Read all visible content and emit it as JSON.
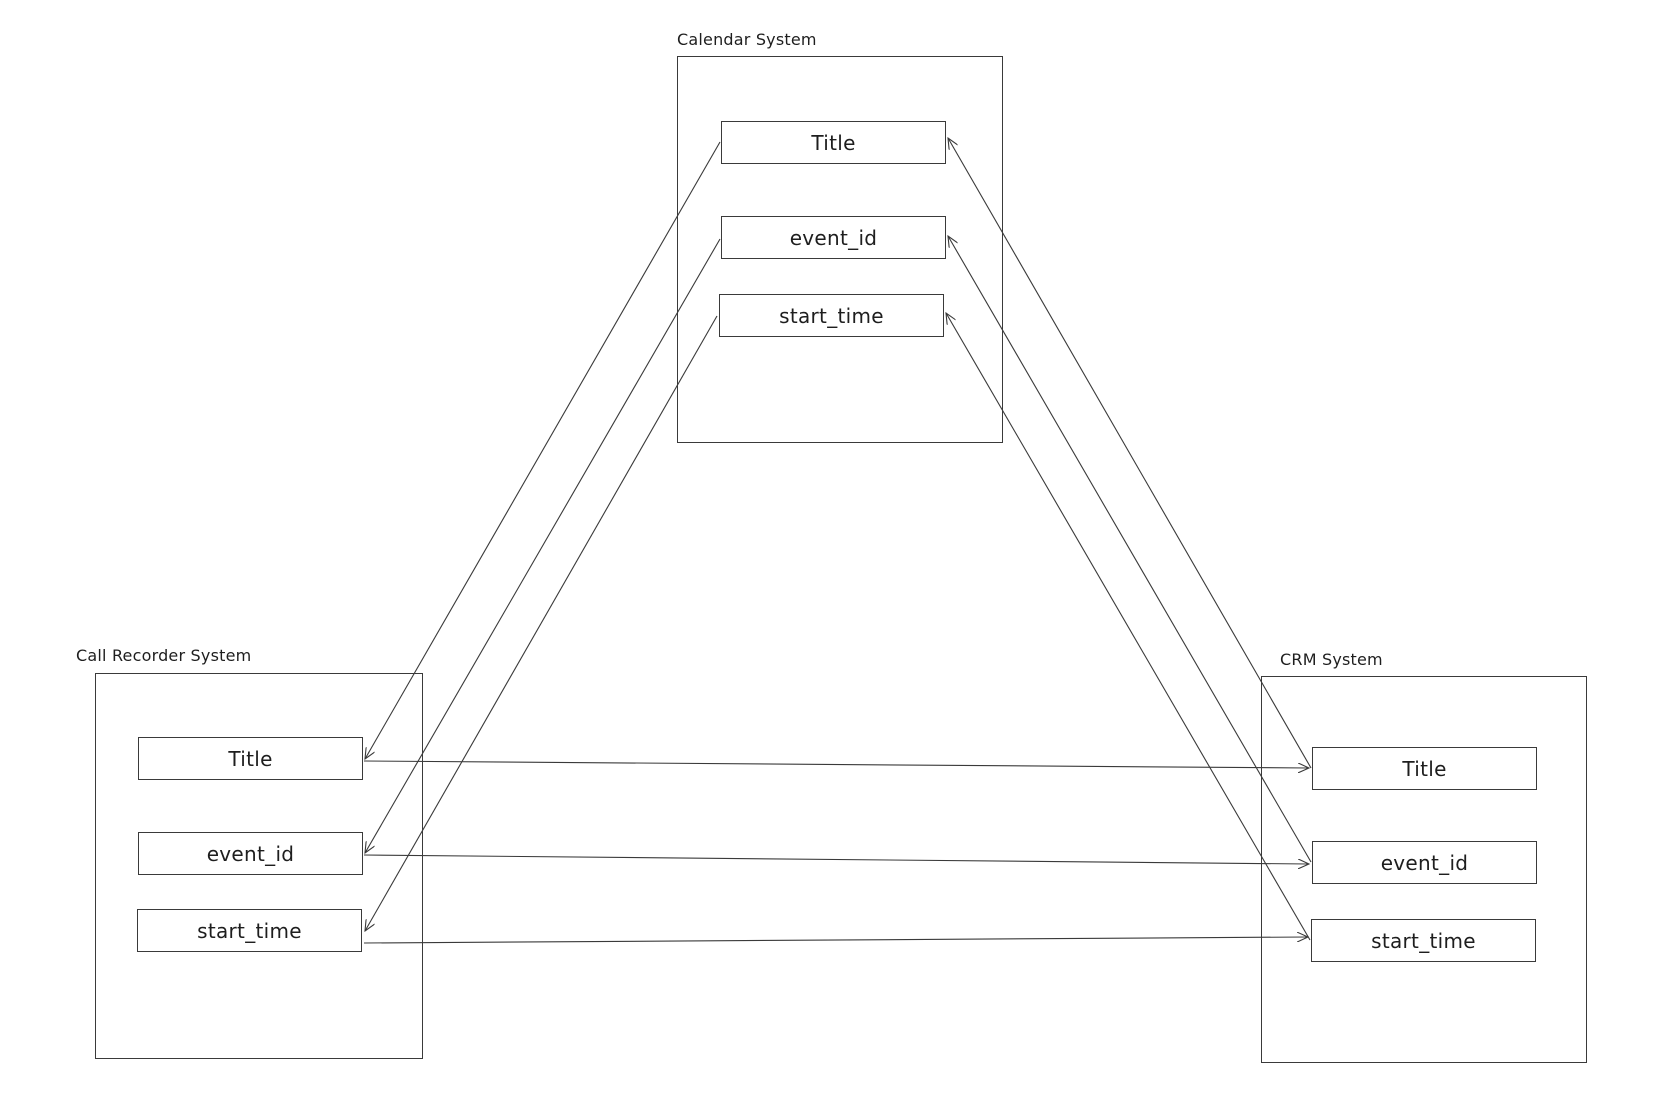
{
  "systems": {
    "calendar": {
      "title": "Calendar System",
      "fields": [
        "Title",
        "event_id",
        "start_time"
      ]
    },
    "call_recorder": {
      "title": "Call Recorder System",
      "fields": [
        "Title",
        "event_id",
        "start_time"
      ]
    },
    "crm": {
      "title": "CRM System",
      "fields": [
        "Title",
        "event_id",
        "start_time"
      ]
    }
  },
  "connections": [
    {
      "from": "calendar.Title",
      "to": "call_recorder.Title"
    },
    {
      "from": "calendar.event_id",
      "to": "call_recorder.event_id"
    },
    {
      "from": "calendar.start_time",
      "to": "call_recorder.start_time"
    },
    {
      "from": "crm.Title",
      "to": "calendar.Title"
    },
    {
      "from": "crm.event_id",
      "to": "calendar.event_id"
    },
    {
      "from": "crm.start_time",
      "to": "calendar.start_time"
    },
    {
      "from": "call_recorder.Title",
      "to": "crm.Title"
    },
    {
      "from": "call_recorder.event_id",
      "to": "crm.event_id"
    },
    {
      "from": "call_recorder.start_time",
      "to": "crm.start_time"
    }
  ],
  "colors": {
    "stroke": "#3a3a3a",
    "text": "#1e1e1e",
    "background": "#ffffff"
  }
}
